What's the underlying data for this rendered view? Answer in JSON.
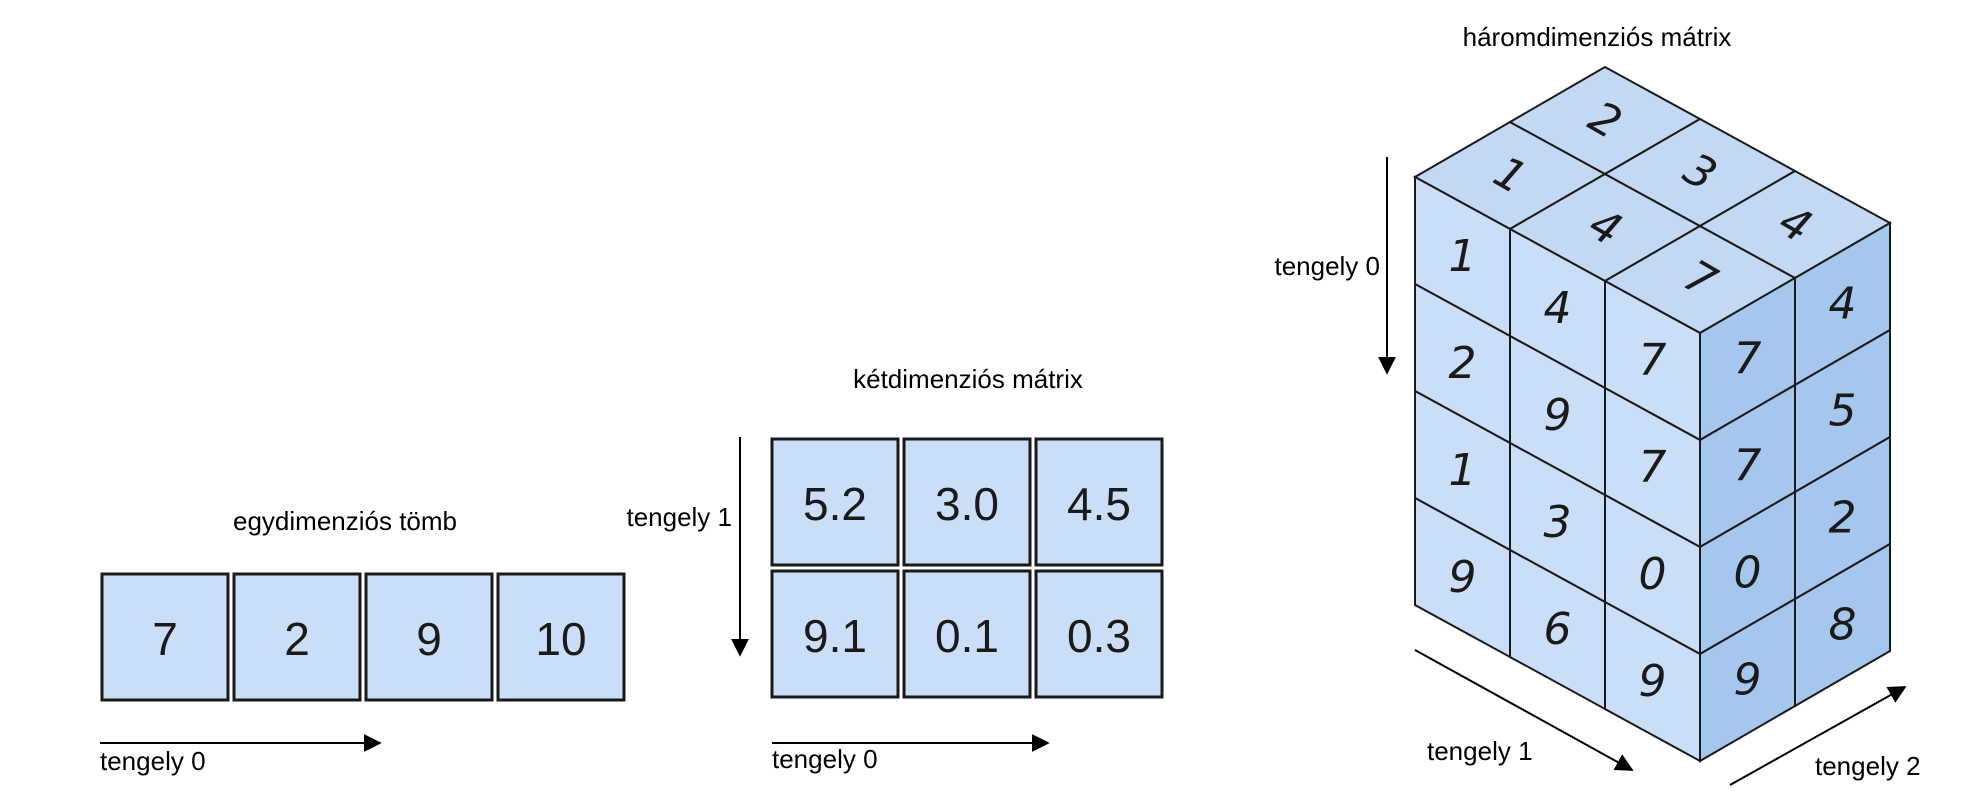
{
  "one_d": {
    "title": "egydimenziós tömb",
    "axis0_label": "tengely 0",
    "values": [
      "7",
      "2",
      "9",
      "10"
    ]
  },
  "two_d": {
    "title": "kétdimenziós mátrix",
    "axis0_label": "tengely 0",
    "axis1_label": "tengely 1",
    "rows": [
      [
        "5.2",
        "3.0",
        "4.5"
      ],
      [
        "9.1",
        "0.1",
        "0.3"
      ]
    ]
  },
  "three_d": {
    "title": "háromdimenziós mátrix",
    "axis0_label": "tengely 0",
    "axis1_label": "tengely 1",
    "axis2_label": "tengely 2",
    "top_face": [
      [
        "1",
        "2"
      ],
      [
        "4",
        "3"
      ],
      [
        "7",
        "4"
      ]
    ],
    "front_face": [
      [
        "1",
        "4",
        "7"
      ],
      [
        "2",
        "9",
        "7"
      ],
      [
        "1",
        "3",
        "0"
      ],
      [
        "9",
        "6",
        "9"
      ]
    ],
    "side_face": [
      [
        "7",
        "4"
      ],
      [
        "7",
        "5"
      ],
      [
        "0",
        "2"
      ],
      [
        "9",
        "8"
      ]
    ]
  },
  "colors": {
    "cell_fill": "#cadef7",
    "top_fill": "#c2d8f3",
    "front_fill": "#cadef7",
    "side_fill": "#a5c7ee",
    "stroke": "#1a1a1a"
  }
}
